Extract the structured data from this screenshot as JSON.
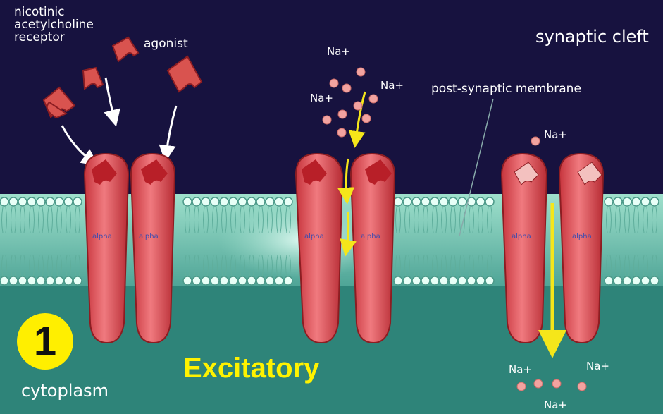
{
  "labels": {
    "receptor": [
      "nicotinic",
      "acetylcholine",
      "receptor"
    ],
    "agonist": "agonist",
    "synaptic_cleft": "synaptic cleft",
    "membrane": "post-synaptic membrane",
    "cytoplasm": "cytoplasm",
    "excitatory": "Excitatory",
    "step_number": "1",
    "subunit": "alpha",
    "ion": "Na+"
  },
  "colors": {
    "cleft_bg": "#17123f",
    "membrane": "#7fc9b3",
    "cytoplasm_bg": "#2e8479",
    "channel": "#e0555b",
    "agonist": "#d9534f",
    "arrow_yellow": "#f5e61a",
    "badge": "#ffef00",
    "excitatory_text": "#fff200"
  }
}
